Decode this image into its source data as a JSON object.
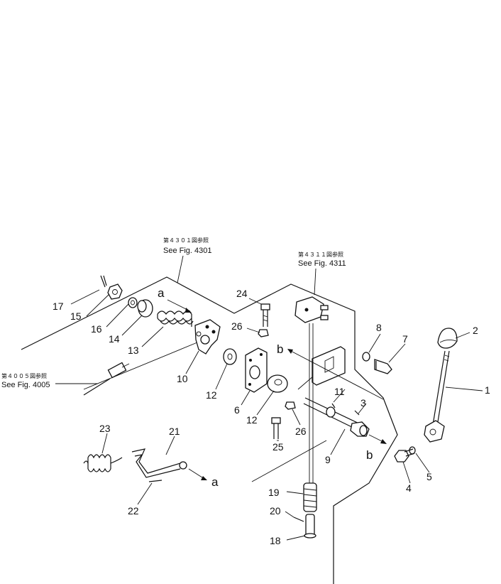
{
  "references": {
    "fig4301_jp": "第４３０１図参照",
    "fig4301_en": "See Fig. 4301",
    "fig4311_jp": "第４３１１図参照",
    "fig4311_en": "See Fig. 4311",
    "fig4005_jp": "第４００５図参照",
    "fig4005_en": "See Fig. 4005"
  },
  "connectors": {
    "a": "a",
    "b": "b"
  },
  "callouts": {
    "p1": "1",
    "p2": "2",
    "p3": "3",
    "p4": "4",
    "p5": "5",
    "p6": "6",
    "p7": "7",
    "p8": "8",
    "p9": "9",
    "p10": "10",
    "p11": "11",
    "p12a": "12",
    "p12b": "12",
    "p13": "13",
    "p14": "14",
    "p15": "15",
    "p16": "16",
    "p17": "17",
    "p18": "18",
    "p19": "19",
    "p20": "20",
    "p21": "21",
    "p22": "22",
    "p23": "23",
    "p24": "24",
    "p25": "25",
    "p26a": "26",
    "p26b": "26"
  }
}
